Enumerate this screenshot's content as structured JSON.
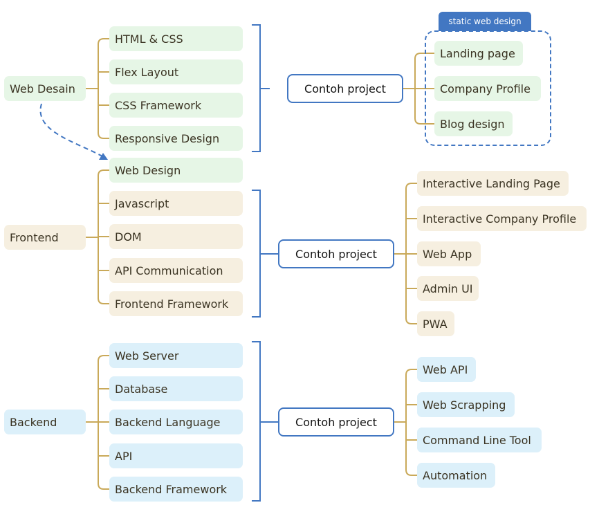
{
  "colors": {
    "link": "#c9a959",
    "bracket": "#4277c2",
    "green_fill": "#e6f6e6",
    "tan_fill": "#f6efe0",
    "blue_fill": "#dcf0fa"
  },
  "tag": "static web design",
  "roots": [
    {
      "label": "Web Desain",
      "topics": [
        "HTML & CSS",
        "Flex Layout",
        "CSS Framework",
        "Responsive Design"
      ],
      "project": "Contoh project",
      "examples": [
        "Landing page",
        "Company Profile",
        "Blog design"
      ]
    },
    {
      "label": "Frontend",
      "topics": [
        "Web Design",
        "Javascript",
        "DOM",
        "API Communication",
        "Frontend Framework"
      ],
      "project": "Contoh project",
      "examples": [
        "Interactive Landing Page",
        "Interactive Company Profile",
        "Web App",
        "Admin UI",
        "PWA"
      ]
    },
    {
      "label": "Backend",
      "topics": [
        "Web Server",
        "Database",
        "Backend Language",
        "API",
        "Backend Framework"
      ],
      "project": "Contoh project",
      "examples": [
        "Web API",
        "Web Scrapping",
        "Command Line Tool",
        "Automation"
      ]
    }
  ]
}
